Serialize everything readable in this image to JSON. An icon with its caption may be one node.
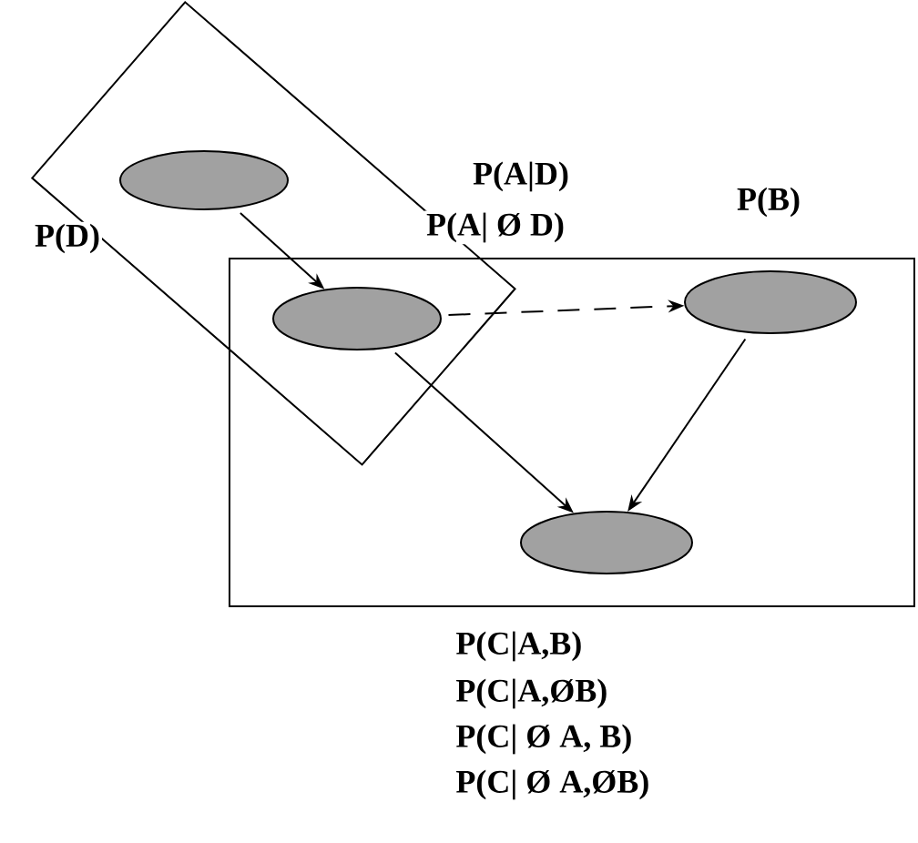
{
  "diagram": {
    "nodes": [
      {
        "text": [],
        "shape": "box"
      },
      {
        "text": [],
        "shape": "ellipse",
        "in": 0,
        "beside": [
          "P(D)"
        ]
      },
      {
        "text": [],
        "shape": "box"
      },
      {
        "text": [],
        "shape": "ellipse",
        "beside": [
          "P(A|D)",
          "P(A| Ø D)"
        ]
      },
      {
        "text": [],
        "shape": "ellipse",
        "in": 2,
        "beside": [
          "P(B)"
        ]
      },
      {
        "text": [],
        "shape": "ellipse",
        "in": 2,
        "beside": [
          "P(C|A,B)",
          "P(C|A,ØB)",
          "P(C| Ø A, B)",
          "P(C| Ø A,ØB)"
        ]
      }
    ],
    "edges": [
      {
        "from": 1,
        "to": 3,
        "arrow": "to"
      },
      {
        "from": 3,
        "to": 4,
        "arrow": "to",
        "style": "dashed"
      },
      {
        "from": 3,
        "to": 5,
        "arrow": "to"
      },
      {
        "from": 4,
        "to": 5,
        "arrow": "to"
      }
    ]
  }
}
